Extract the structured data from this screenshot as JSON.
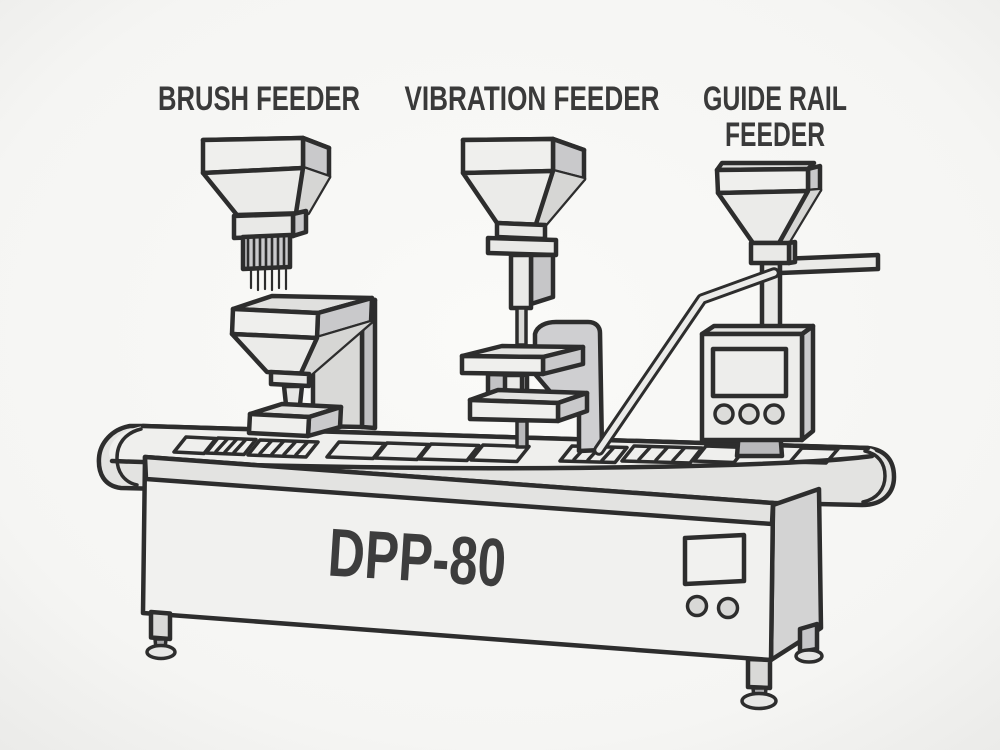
{
  "labels": {
    "brush_feeder": "BRUSH FEEDER",
    "vibration_feeder": "VIBRATION FEEDER",
    "guide_rail_feeder_line1": "GUIDE RAIL",
    "guide_rail_feeder_line2": "FEEDER"
  },
  "machine": {
    "model_label": "DPP-80"
  },
  "stations": [
    {
      "name": "brush-feeder"
    },
    {
      "name": "vibration-feeder"
    },
    {
      "name": "guide-rail-feeder"
    }
  ],
  "palette": {
    "background_center": "#fafaf8",
    "background_edge": "#eaeae8",
    "outline": "#2d2d2d",
    "fill_light": "#efefed",
    "fill_mid": "#e2e2e0",
    "fill_dark": "#c9c9cb",
    "fill_darker": "#b9b9bb",
    "label_text": "#3a3a3a"
  }
}
